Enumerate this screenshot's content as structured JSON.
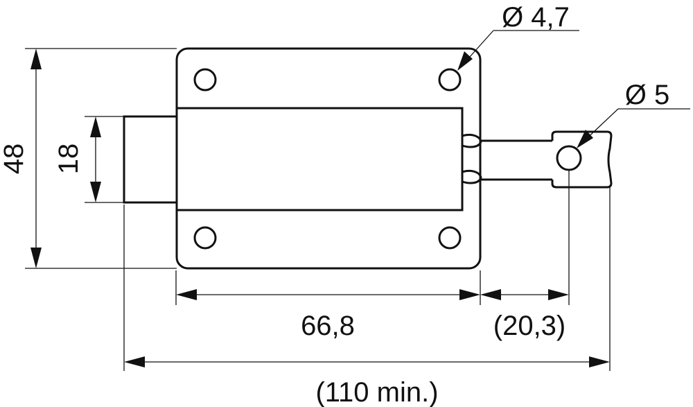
{
  "dimensions": {
    "height_total": "48",
    "height_bolt": "18",
    "plate_width": "66,8",
    "bolt_extension": "(20,3)",
    "overall_length": "(110 min.)",
    "hole_diameter_plate": "Ø 4,7",
    "hole_diameter_bolt": "Ø 5"
  }
}
